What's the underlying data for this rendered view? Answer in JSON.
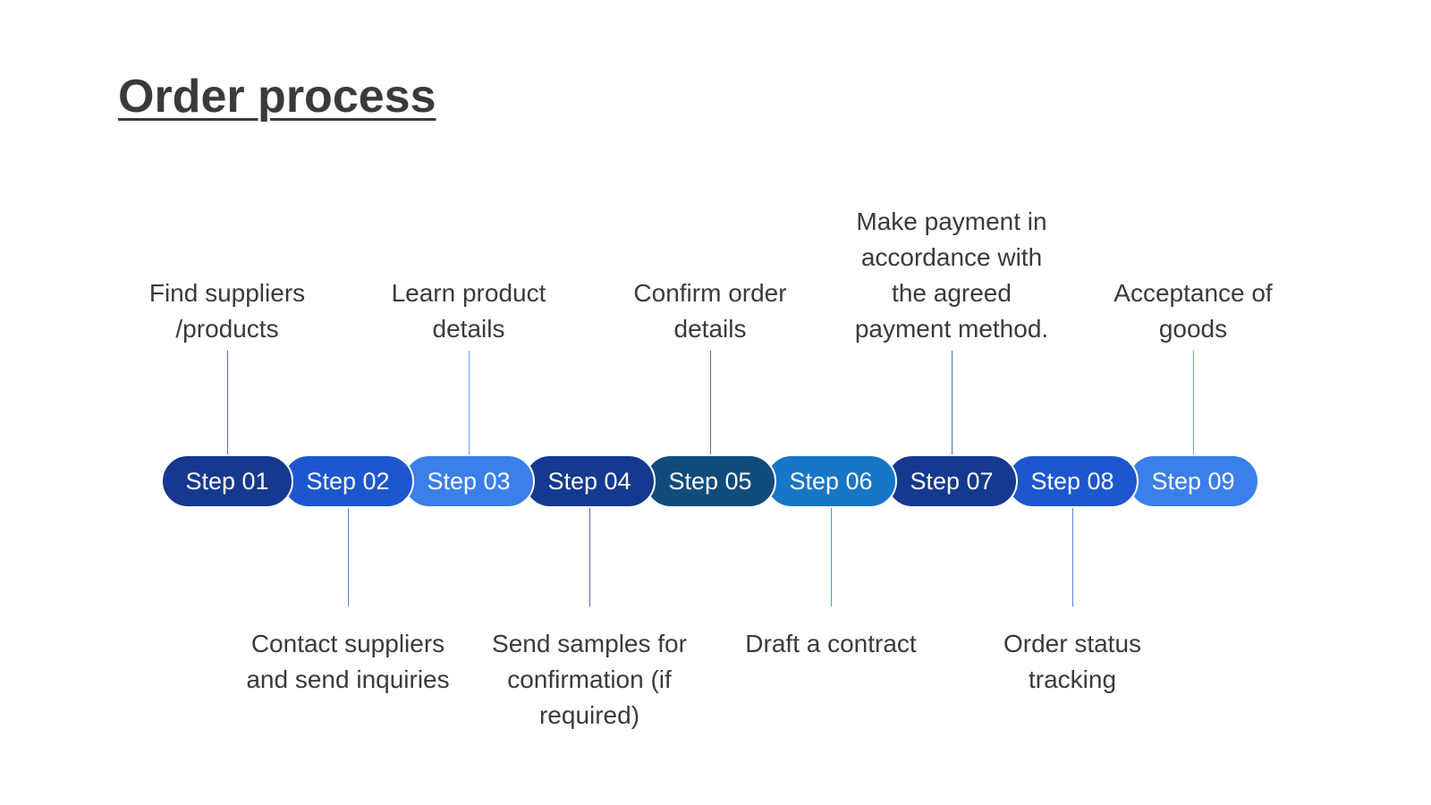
{
  "title": "Order process",
  "steps": [
    {
      "label": "Step 01",
      "description": "Find suppliers\n/products",
      "position": "above",
      "color": "#17388f"
    },
    {
      "label": "Step 02",
      "description": "Contact suppliers\nand send inquiries",
      "position": "below",
      "color": "#1c57cf"
    },
    {
      "label": "Step 03",
      "description": "Learn product\ndetails",
      "position": "above",
      "color": "#3a7fea"
    },
    {
      "label": "Step 04",
      "description": "Send samples for\nconfirmation (if\nrequired)",
      "position": "below",
      "color": "#14398f"
    },
    {
      "label": "Step 05",
      "description": "Confirm order\ndetails",
      "position": "above",
      "color": "#114b7c"
    },
    {
      "label": "Step 06",
      "description": "Draft a contract",
      "position": "below",
      "color": "#1876c7"
    },
    {
      "label": "Step 07",
      "description": "Make payment in\naccordance with\nthe agreed\npayment method.",
      "position": "above",
      "color": "#14398f"
    },
    {
      "label": "Step 08",
      "description": "Order status\ntracking",
      "position": "below",
      "color": "#1c57cf"
    },
    {
      "label": "Step 09",
      "description": "Acceptance of\ngoods",
      "position": "above",
      "color": "#3a7fea"
    }
  ]
}
